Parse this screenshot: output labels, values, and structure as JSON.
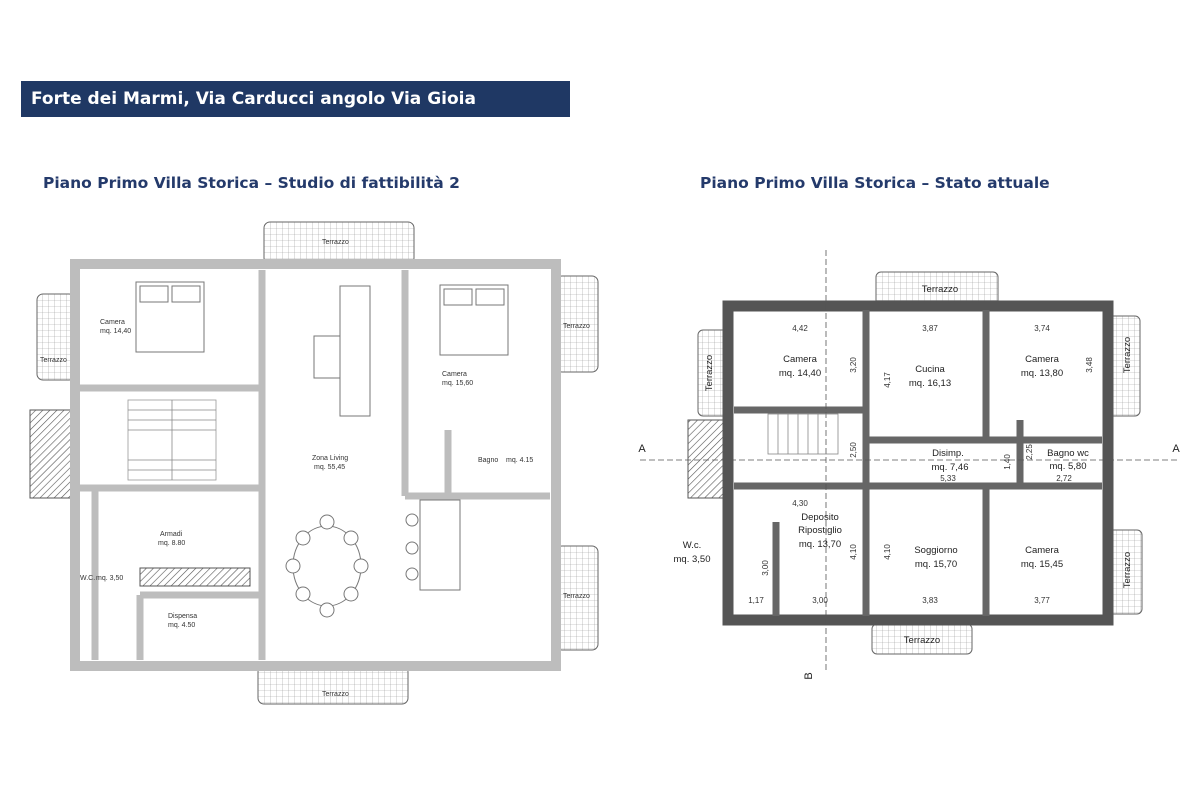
{
  "header": {
    "title": "Forte dei Marmi, Via Carducci angolo Via Gioia"
  },
  "plans": [
    {
      "title": "Piano Primo Villa Storica – Studio di fattibilità 2",
      "terrace_label": "Terrazzo",
      "rooms": [
        {
          "name": "Camera",
          "area": "mq. 14,40"
        },
        {
          "name": "Camera",
          "area": "mq. 15,60"
        },
        {
          "name": "Zona Living",
          "area": "mq. 55,45"
        },
        {
          "name": "Bagno",
          "area": "mq. 4.15"
        },
        {
          "name": "Armadi",
          "area": "mq. 8.80"
        },
        {
          "name": "W.C.",
          "area": "mq. 3,50"
        },
        {
          "name": "Dispensa",
          "area": "mq. 4.50"
        }
      ]
    },
    {
      "title": "Piano Primo Villa Storica – Stato attuale",
      "terrace_label": "Terrazzo",
      "section_marks": [
        "A",
        "A",
        "B"
      ],
      "rooms": [
        {
          "name": "Camera",
          "area": "mq. 14,40"
        },
        {
          "name": "Cucina",
          "area": "mq. 16,13"
        },
        {
          "name": "Camera",
          "area": "mq. 13,80"
        },
        {
          "name": "Disimp.",
          "area": "mq. 7,46"
        },
        {
          "name": "Bagno wc",
          "area": "mq. 5,80"
        },
        {
          "name": "Deposito",
          "name2": "Ripostiglio",
          "area": "mq. 13,70"
        },
        {
          "name": "Soggiorno",
          "area": "mq. 15,70"
        },
        {
          "name": "Camera",
          "area": "mq. 15,45"
        },
        {
          "name": "W.c.",
          "area": "mq. 3,50"
        }
      ],
      "dimensions": [
        "4,42",
        "3,87",
        "3,74",
        "3,20",
        "4,17",
        "3,48",
        "2,50",
        "1,40",
        "2,25",
        "5,33",
        "2,72",
        "4,30",
        "4,10",
        "4,10",
        "3,00",
        "1,17",
        "3,00",
        "3,83",
        "3,77"
      ]
    }
  ]
}
